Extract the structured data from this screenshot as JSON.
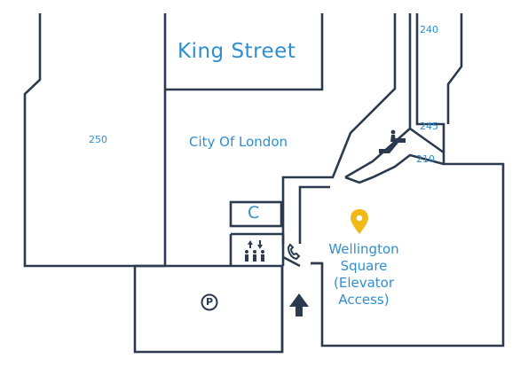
{
  "map": {
    "street_label": "King Street",
    "area_label": "City Of London",
    "units": {
      "u250": "250",
      "u240": "240",
      "u245": "245",
      "u210": "210"
    },
    "destination": {
      "line1": "Wellington",
      "line2": "Square",
      "line3": "(Elevator",
      "line4": "Access)"
    },
    "amenities": {
      "c_label": "C",
      "parking_label": "P"
    },
    "icons": {
      "escalator": "escalator-icon",
      "elevator": "elevator-icon",
      "phone": "phone-icon",
      "location_pin": "location-pin-icon",
      "parking": "parking-icon",
      "direction_arrow": "arrow-up-icon"
    },
    "colors": {
      "walls": "#2b3a4e",
      "labels": "#2f8fcf",
      "pin": "#f2b818",
      "background": "#ffffff"
    }
  }
}
